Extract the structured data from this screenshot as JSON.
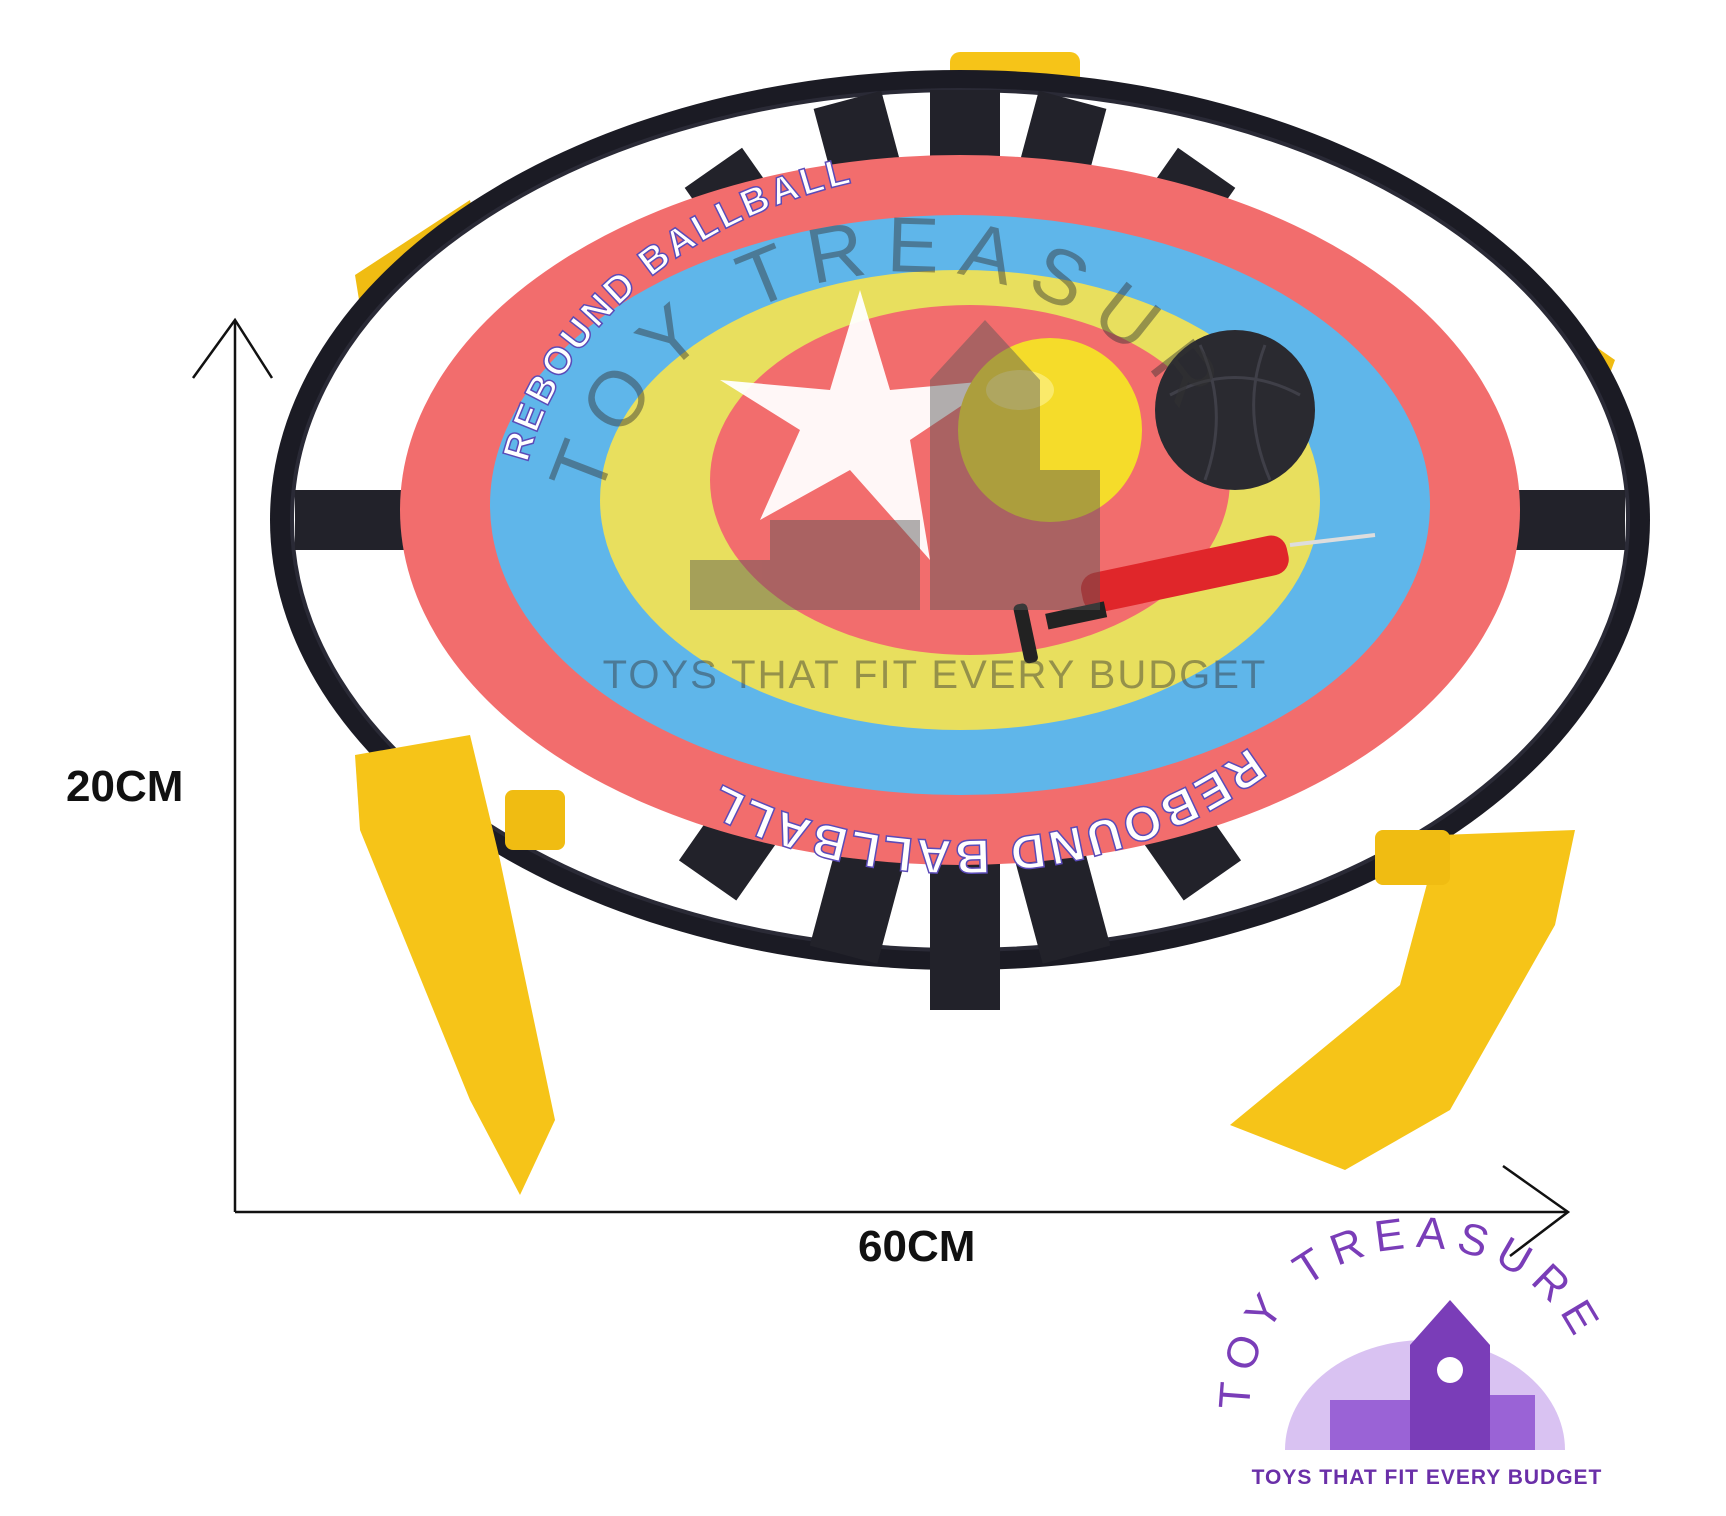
{
  "dimensions": {
    "height_label": "20CM",
    "width_label": "60CM"
  },
  "product": {
    "mat_text": "REBOUND BALLBALL",
    "colors": {
      "frame": "#1b1b24",
      "legs": "#f6c418",
      "mat_outer": "#f26d6d",
      "mat_ring_blue": "#5fb6ea",
      "mat_ring_yellow": "#e8df5e",
      "star": "#ffffff",
      "ball_yellow": "#f5dc2a",
      "ball_black": "#2a2a30",
      "pump": "#e0262a"
    }
  },
  "watermark": {
    "brand": "TOY TREASURE",
    "tagline": "TOYS THAT FIT EVERY BUDGET",
    "color": "#333333"
  },
  "logo": {
    "brand": "TOY TREASURE",
    "tagline": "TOYS THAT FIT EVERY BUDGET",
    "color": "#7a3db8"
  }
}
